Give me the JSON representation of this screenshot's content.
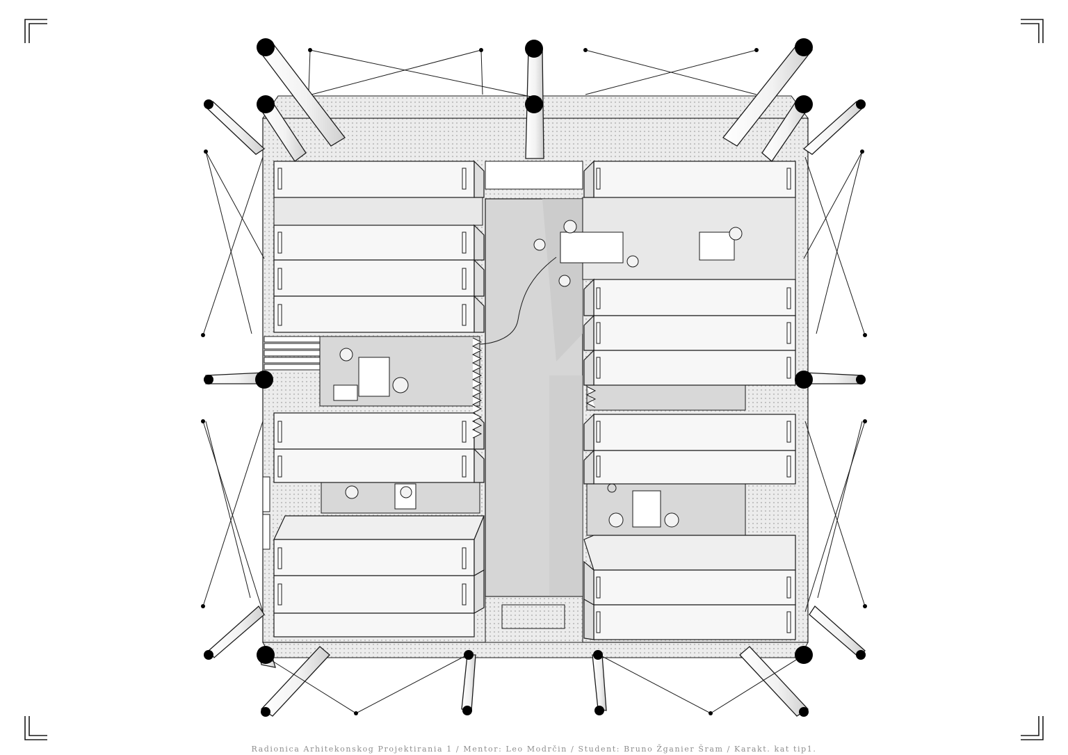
{
  "caption": {
    "course": "Radionica Arhitekonskog Projektirania 1",
    "sep1": "  /  ",
    "mentor": "Mentor: Leo Modrčin",
    "sep2": "  / ",
    "student": "Student: Bruno Žganier Šram",
    "sep3": " / ",
    "sheet": "Karakt. kat tip1."
  },
  "colors": {
    "line": "#1a1a1a",
    "floor": "#dcdcdc",
    "corridor": "#d2d2d2",
    "hatch": "#e6e6e6",
    "module_face": "#f7f7f7",
    "column_head": "#000000",
    "caption": "#8e8e8e"
  }
}
